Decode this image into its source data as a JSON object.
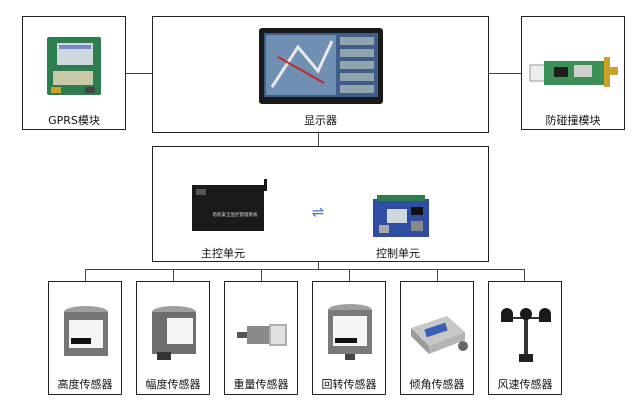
{
  "top": {
    "gprs": {
      "label": "GPRS模块"
    },
    "display": {
      "label": "显示器"
    },
    "anticollision": {
      "label": "防碰撞模块"
    }
  },
  "middle": {
    "main_control": {
      "label": "主控单元",
      "screen_text": "塔机安全监控管理系统"
    },
    "control_unit": {
      "label": "控制单元"
    },
    "link_symbol": "⇌"
  },
  "sensors": [
    {
      "label": "高度传感器"
    },
    {
      "label": "幅度传感器"
    },
    {
      "label": "重量传感器"
    },
    {
      "label": "回转传感器"
    },
    {
      "label": "倾角传感器"
    },
    {
      "label": "风速传感器"
    }
  ],
  "colors": {
    "border": "#222222",
    "link_arrow": "#3a7bd5",
    "module_green": "#2e7d4f",
    "device_black": "#1a1a1a"
  }
}
